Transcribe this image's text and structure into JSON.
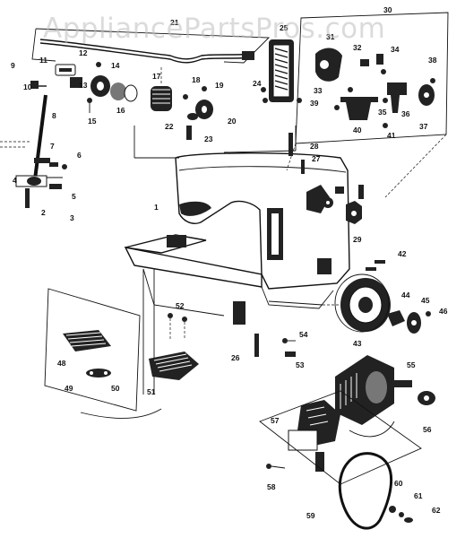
{
  "watermark": "AppliancePartsPros.com",
  "callouts": [
    "1",
    "2",
    "3",
    "4",
    "5",
    "6",
    "7",
    "8",
    "9",
    "10",
    "11",
    "12",
    "13",
    "14",
    "15",
    "16",
    "17",
    "18",
    "19",
    "20",
    "21",
    "22",
    "23",
    "24",
    "25",
    "26",
    "27",
    "28",
    "29",
    "30",
    "31",
    "32",
    "33",
    "34",
    "35",
    "36",
    "37",
    "38",
    "39",
    "40",
    "41",
    "42",
    "43",
    "44",
    "45",
    "46",
    "48",
    "49",
    "50",
    "51",
    "52",
    "53",
    "54",
    "55",
    "56",
    "57",
    "58",
    "59",
    "60",
    "61",
    "62"
  ]
}
